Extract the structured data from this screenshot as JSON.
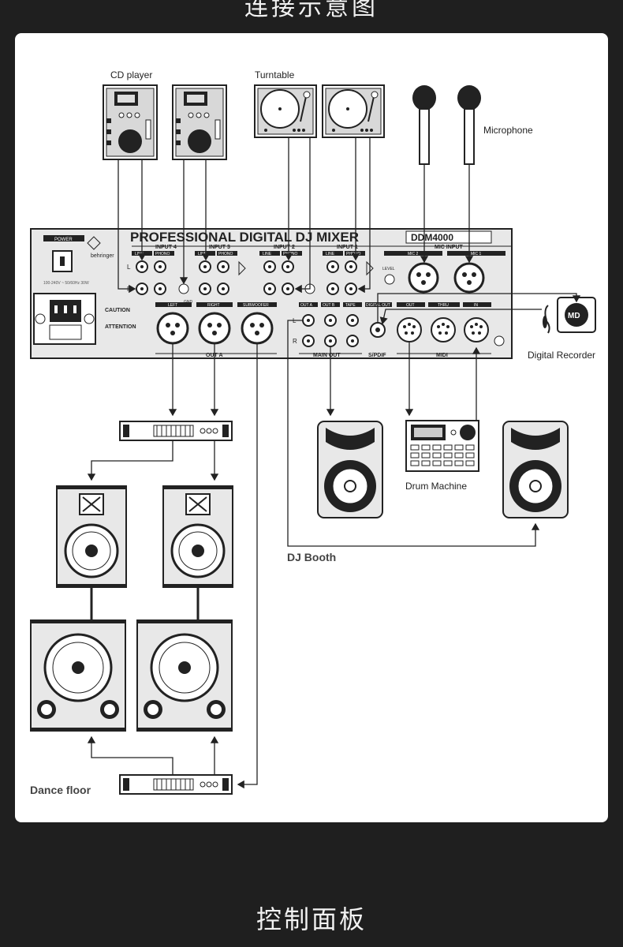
{
  "header": {
    "title": "连接示意图"
  },
  "footer": {
    "title": "控制面板"
  },
  "diagram": {
    "labels": {
      "cd_player": "CD player",
      "turntable": "Turntable",
      "microphone": "Microphone",
      "digital_recorder": "Digital Recorder",
      "drum_machine": "Drum Machine",
      "dj_booth": "DJ Booth",
      "dance_floor": "Dance floor"
    },
    "mixer": {
      "title": "PROFESSIONAL DIGITAL DJ MIXER",
      "model": "DDM4000",
      "brand": "behringer",
      "power": "POWER",
      "input4": "INPUT 4",
      "input3": "INPUT 3",
      "input2": "INPUT 2",
      "input1": "INPUT 1",
      "mic_input": "MIC INPUT",
      "line": "LINE",
      "phono": "PHONO",
      "gnd": "GND",
      "left": "LEFT",
      "right": "RIGHT",
      "subwoofer": "SUBWOOFER",
      "out_a": "OUT A",
      "out_b": "OUT B",
      "tape": "TAPE",
      "digital_out": "DIGITAL OUT",
      "main_out": "MAIN OUT",
      "spdif": "S/PDIF",
      "midi": "MIDI",
      "midi_out": "OUT",
      "midi_thru": "THRU",
      "midi_in": "IN",
      "mic2": "MIC 2",
      "mic1": "MIC 1",
      "level": "LEVEL",
      "caution": "CAUTION",
      "attention": "ATTENTION",
      "ch_l": "L",
      "ch_r": "R",
      "md": "MD"
    }
  },
  "colors": {
    "background": "#1f1f1f",
    "card": "#ffffff",
    "panel": "#e6e6e6",
    "ink": "#222222"
  }
}
